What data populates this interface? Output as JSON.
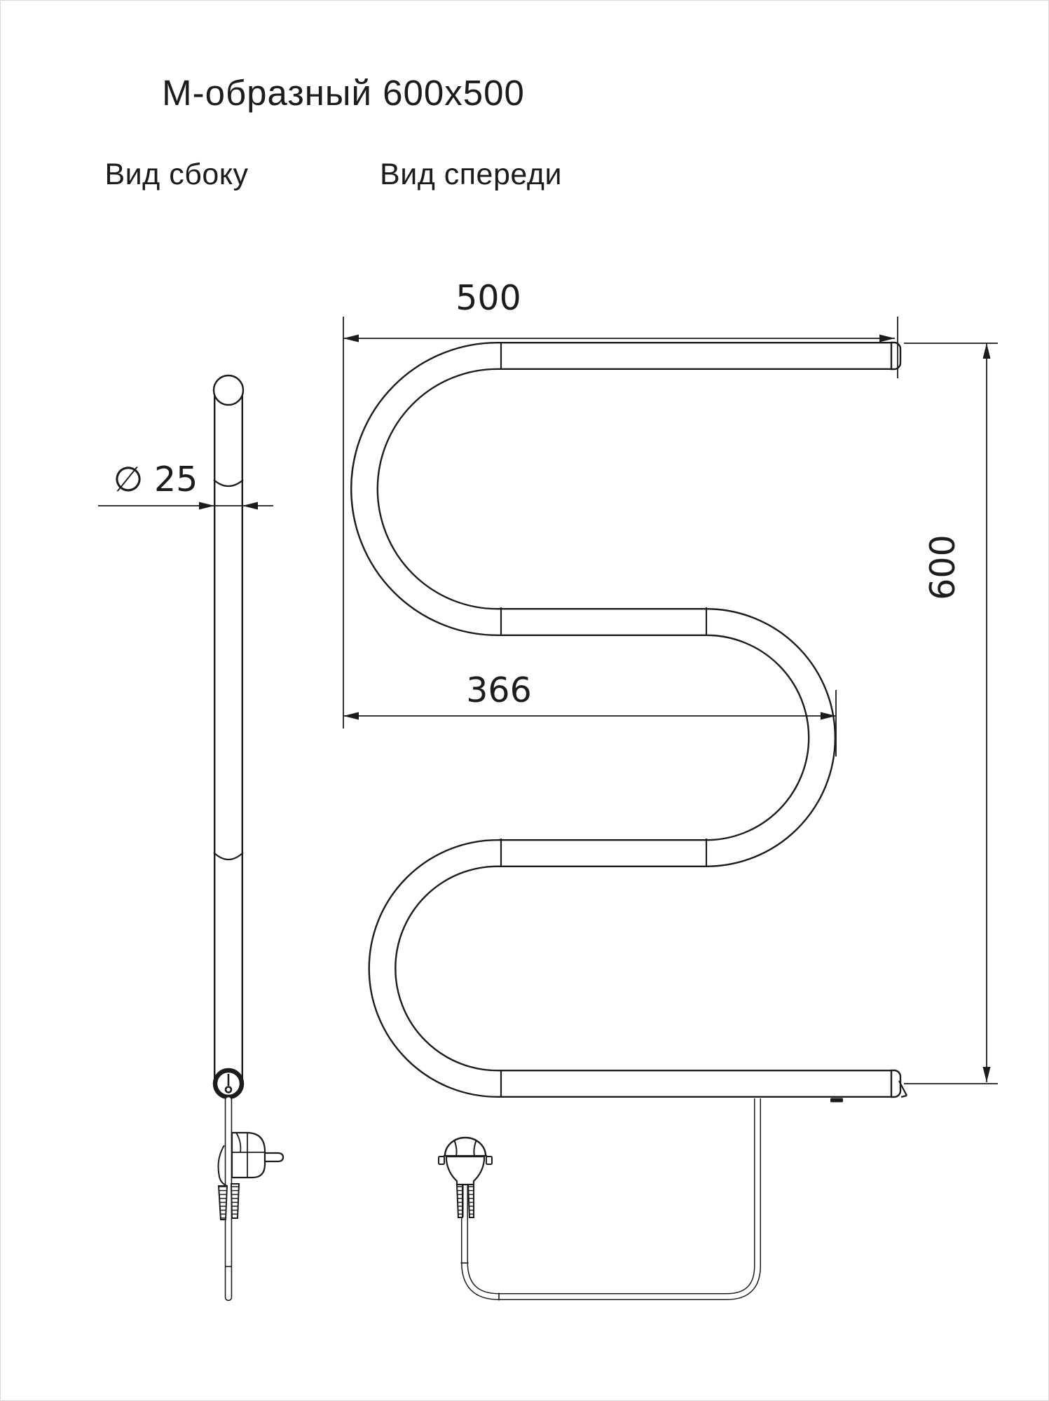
{
  "title": "М-образный 600х500",
  "views": {
    "side": {
      "label": "Вид сбоку"
    },
    "front": {
      "label": "Вид спереди"
    }
  },
  "dimensions": {
    "width_mm": "500",
    "height_mm": "600",
    "inner_width_mm": "366",
    "pipe_diameter_mm": "∅ 25"
  },
  "colors": {
    "line": "#1c1c1c",
    "background": "#ffffff",
    "frame": "#d9d9d9"
  }
}
